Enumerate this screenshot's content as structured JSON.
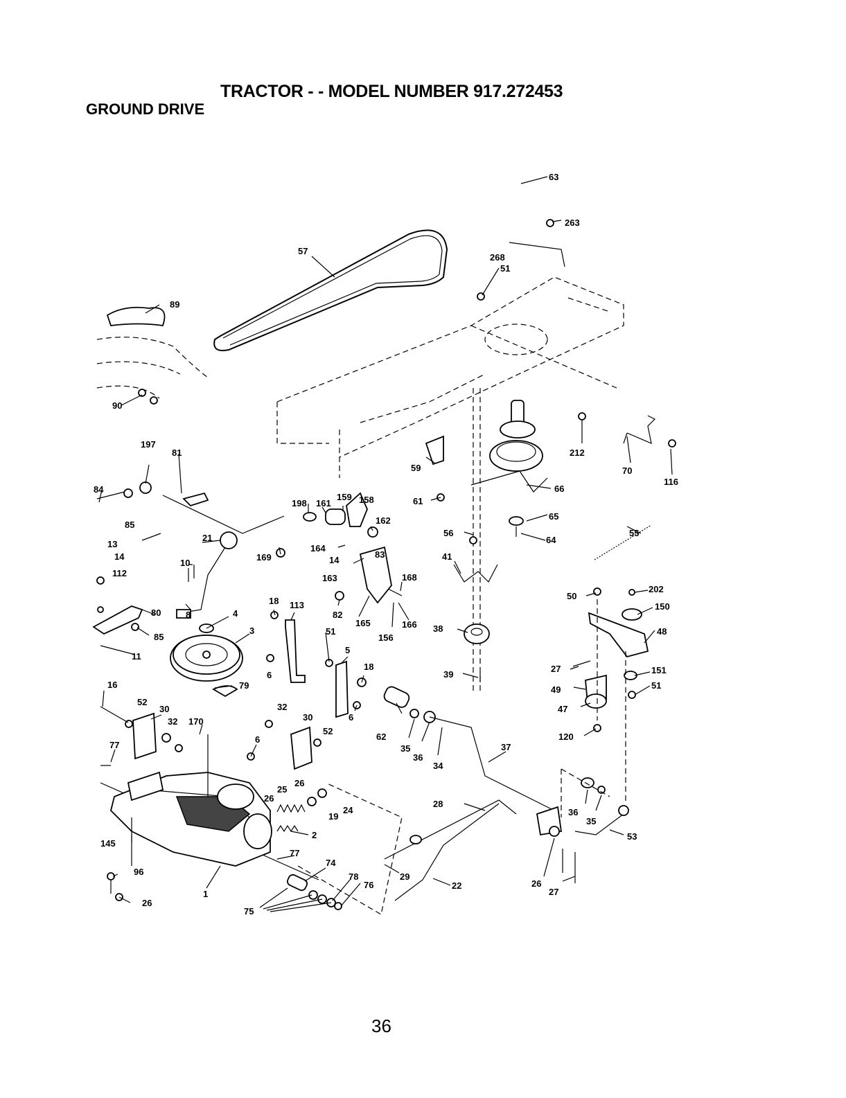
{
  "header": {
    "title": "TRACTOR - - MODEL NUMBER 917.272453",
    "section": "GROUND DRIVE"
  },
  "page_number": "36",
  "callouts": [
    "263",
    "268",
    "51",
    "57",
    "89",
    "90",
    "197",
    "81",
    "84",
    "85",
    "13",
    "14",
    "112",
    "80",
    "85",
    "11",
    "16",
    "52",
    "30",
    "32",
    "170",
    "77",
    "145",
    "96",
    "26",
    "1",
    "75",
    "74",
    "78",
    "76",
    "10",
    "21",
    "8",
    "4",
    "3",
    "79",
    "169",
    "198",
    "161",
    "159",
    "158",
    "162",
    "164",
    "14",
    "83",
    "163",
    "168",
    "82",
    "165",
    "166",
    "156",
    "18",
    "113",
    "51",
    "5",
    "18",
    "6",
    "6",
    "32",
    "30",
    "52",
    "6",
    "25",
    "26",
    "26",
    "19",
    "24",
    "2",
    "77",
    "62",
    "35",
    "36",
    "34",
    "37",
    "28",
    "29",
    "22",
    "26",
    "27",
    "36",
    "35",
    "53",
    "59",
    "61",
    "56",
    "41",
    "38",
    "39",
    "63",
    "212",
    "70",
    "116",
    "66",
    "65",
    "64",
    "55",
    "50",
    "202",
    "150",
    "48",
    "27",
    "151",
    "49",
    "51",
    "47",
    "120"
  ]
}
